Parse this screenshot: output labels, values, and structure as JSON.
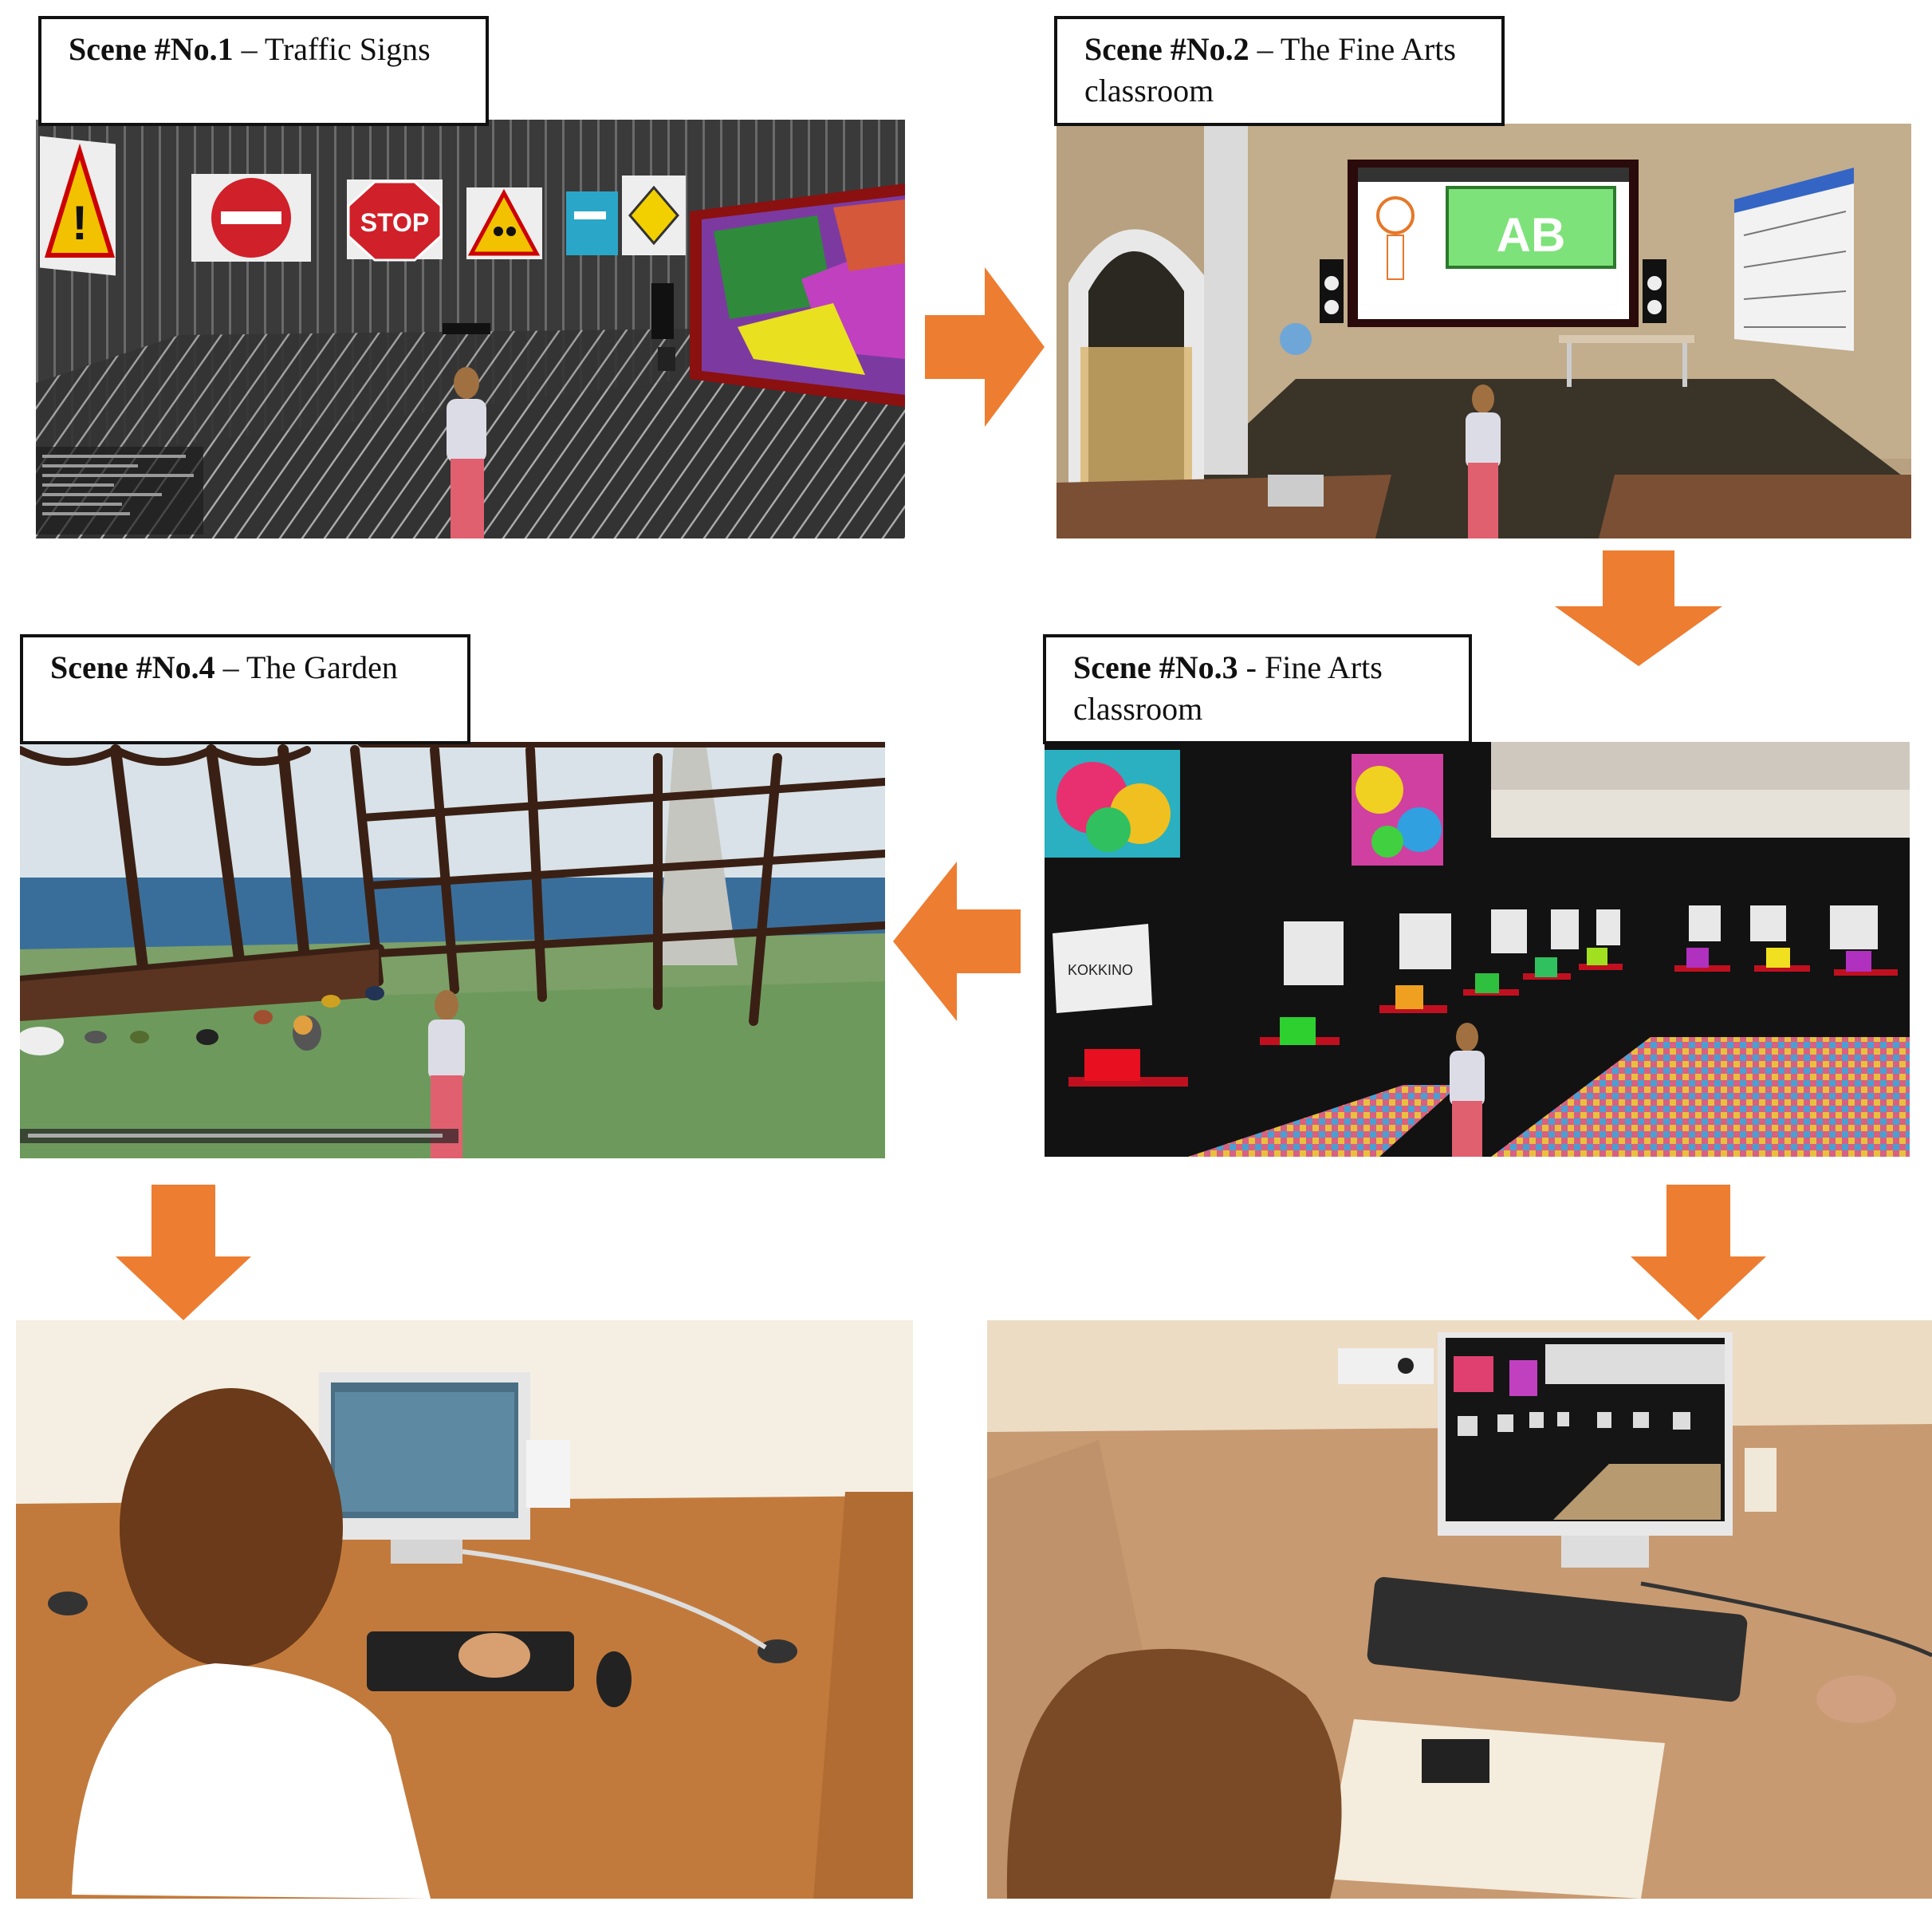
{
  "scenes": [
    {
      "bold": "Scene #No.1",
      "rest": " – Traffic Signs"
    },
    {
      "bold": "Scene #No.2",
      "rest": " – The Fine Arts classroom"
    },
    {
      "bold": "Scene #No.3",
      "rest": " - Fine Arts classroom"
    },
    {
      "bold": "Scene #No.4",
      "rest": " – The Garden"
    }
  ],
  "scene1": {
    "stop_sign": "STOP"
  },
  "scene2": {
    "board_text": "AB"
  },
  "scene3": {
    "card_text": "KOKKINO"
  },
  "colors": {
    "arrow": "#ED7D31",
    "label_border": "#111111"
  }
}
